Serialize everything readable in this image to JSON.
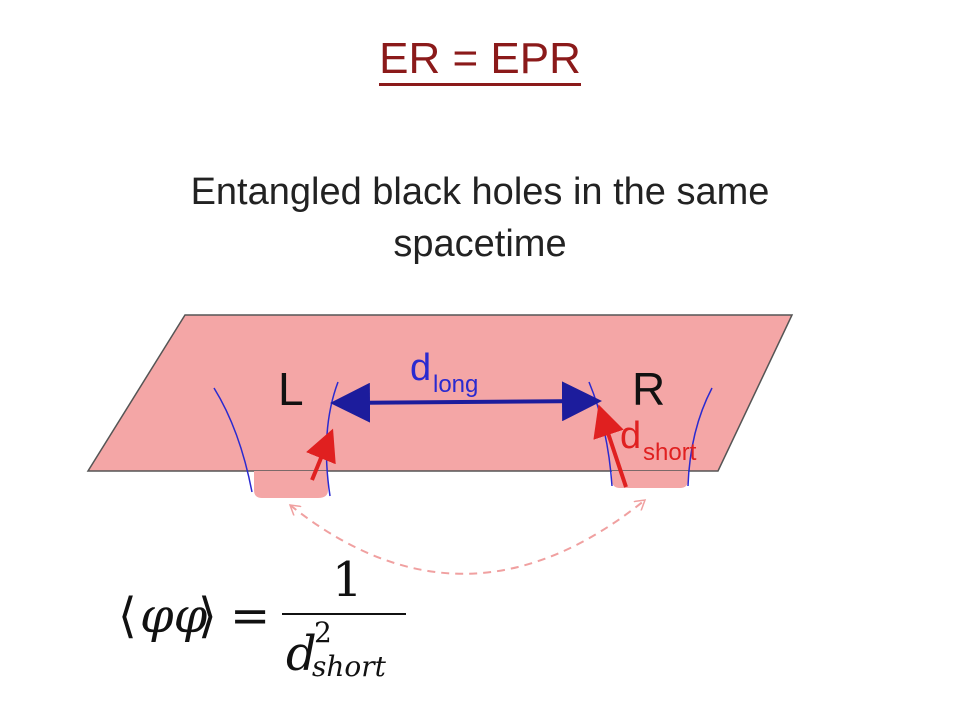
{
  "title": "ER = EPR",
  "subtitle": "Entangled black holes in the same spacetime",
  "labels": {
    "left": "L",
    "right": "R",
    "d_long_base": "d",
    "d_long_sub": "long",
    "d_short_base": "d",
    "d_short_sub": "short"
  },
  "formula": {
    "lhs_open": "⟨",
    "lhs_body": "φφ",
    "lhs_close": "⟩",
    "equals": "=",
    "numerator": "1",
    "den_base": "d",
    "den_sup": "2",
    "den_sub": "short"
  },
  "colors": {
    "title": "#8b1a1a",
    "sheet_fill": "#f4a6a6",
    "sheet_stroke": "#555555",
    "horizon": "#2a2ad0",
    "arrow_long": "#1c1c9c",
    "arrow_short": "#e02020",
    "label_long": "#2a2ad0",
    "label_short": "#e02020",
    "dashed_arc": "#f0a0a0"
  }
}
